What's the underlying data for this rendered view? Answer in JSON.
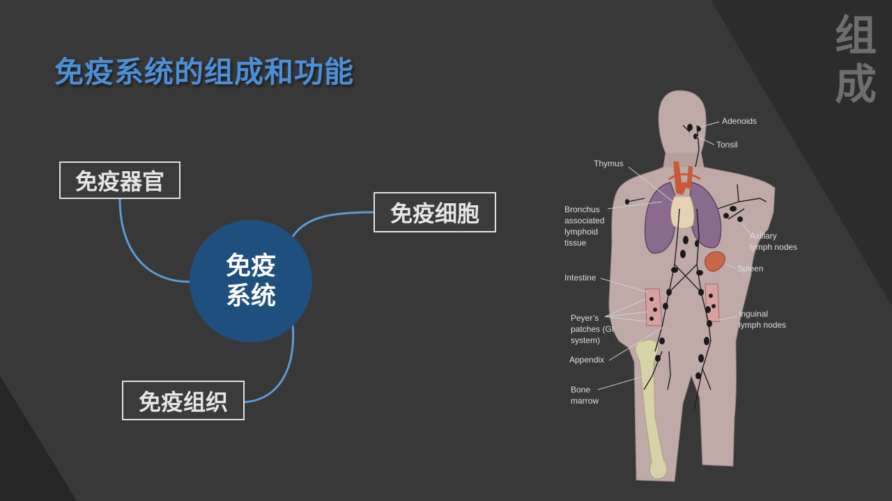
{
  "title": "免疫系统的组成和功能",
  "side_label": {
    "char1": "组",
    "char2": "成"
  },
  "mindmap": {
    "center": {
      "line1": "免疫",
      "line2": "系统"
    },
    "branches": [
      {
        "id": "organs",
        "label": "免疫器官"
      },
      {
        "id": "cells",
        "label": "免疫细胞"
      },
      {
        "id": "tissue",
        "label": "免疫组织"
      }
    ]
  },
  "anatomy": {
    "labels": {
      "adenoids": "Adenoids",
      "tonsil": "Tonsil",
      "thymus": "Thymus",
      "bronchus_1": "Bronchus",
      "bronchus_2": "associated",
      "bronchus_3": "lymphoid",
      "bronchus_4": "tissue",
      "axillary_1": "Axillary",
      "axillary_2": "lymph nodes",
      "spleen": "Spleen",
      "intestine": "Intestine",
      "peyers_1": "Peyer’s",
      "peyers_2": "patches (GI",
      "peyers_3": "system)",
      "inguinal_1": "Inguinal",
      "inguinal_2": "lymph nodes",
      "appendix": "Appendix",
      "bone_1": "Bone",
      "bone_2": "marrow"
    }
  },
  "colors": {
    "background": "#2c2c2c",
    "title": "#4d8fd6",
    "center_circle": "#1f4f7e",
    "connector": "#5b9bd5",
    "body": "#bfaaa8"
  }
}
